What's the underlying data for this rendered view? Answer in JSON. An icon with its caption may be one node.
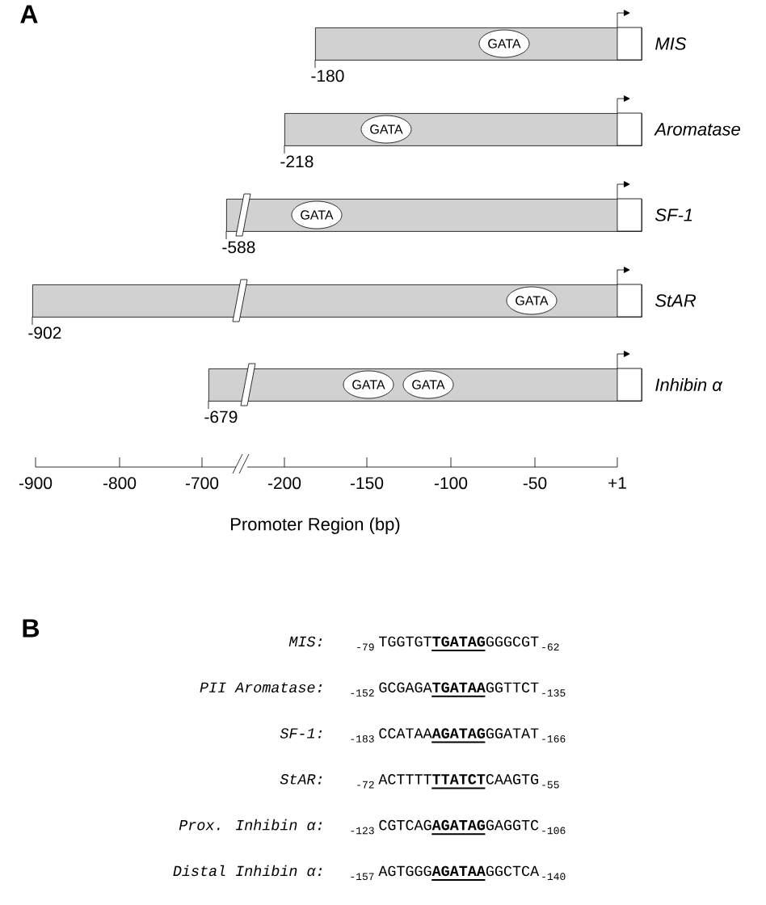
{
  "diagram": {
    "nodes": [
      {
        "text": [],
        "shape": "bar",
        "beside": [
          "MIS",
          "-180"
        ]
      },
      {
        "text": [
          "GATA"
        ],
        "in": 0
      },
      {
        "text": [],
        "shape": "bar",
        "beside": [
          "Aromatase",
          "-218"
        ]
      },
      {
        "text": [
          "GATA"
        ],
        "in": 2
      },
      {
        "text": [],
        "shape": "bar",
        "beside": [
          "SF-1",
          "-588"
        ]
      },
      {
        "text": [
          "GATA"
        ],
        "in": 4
      },
      {
        "text": [],
        "shape": "bar",
        "beside": [
          "StAR",
          "-902"
        ]
      },
      {
        "text": [
          "GATA"
        ],
        "in": 6
      },
      {
        "text": [],
        "shape": "bar",
        "beside": [
          "Inhibin α",
          "-679"
        ]
      },
      {
        "text": [
          "GATA"
        ],
        "in": 8
      },
      {
        "text": [
          "GATA"
        ],
        "in": 8
      }
    ],
    "labels": [
      "A",
      "-900",
      "-800",
      "-700",
      "-200",
      "-150",
      "-100",
      "-50",
      "+1",
      "Promoter Region (bp)",
      "B",
      "MIS:",
      "-79",
      "TGGTGT**TGATAG**GGGCGT",
      "-62",
      "PII Aromatase:",
      "-152",
      "GCGAGA**TGATAA**GGTTCT",
      "-135",
      "SF-1:",
      "-183",
      "CCATAA**AGATAG**GGATAT",
      "-166",
      "StAR:",
      "-72",
      "ACTTTT**TTATCT**CAAGTG",
      "-55",
      "Prox. Inhibin α:",
      "-123",
      "CGTCAG**AGATAG**GAGGTC",
      "-106",
      "Distal Inhibin α:",
      "-157",
      "AGTGGG**AGATAA**GGCTCA",
      "-140"
    ]
  }
}
